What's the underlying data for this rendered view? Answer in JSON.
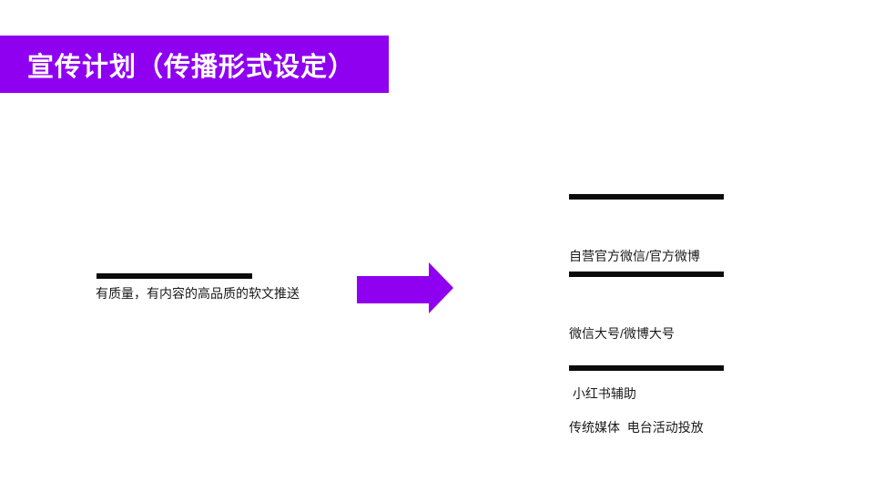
{
  "slide": {
    "title": "宣传计划（传播形式设定）",
    "colors": {
      "accent_purple": "#8F00F0",
      "rule_black": "#0b0b0b",
      "text": "#1a1a1a",
      "background": "#ffffff",
      "title_text": "#ffffff"
    },
    "source": {
      "label": "有质量，有内容的高品质的软文推送"
    },
    "arrow_icon": "right-arrow",
    "channels": [
      {
        "lines": [
          "自营官方微信/官方微博",
          ""
        ]
      },
      {
        "lines": [
          "微信大号/微博大号",
          " 小红书辅助"
        ]
      },
      {
        "lines": [
          "传统媒体  电台活动投放",
          ""
        ]
      }
    ]
  }
}
